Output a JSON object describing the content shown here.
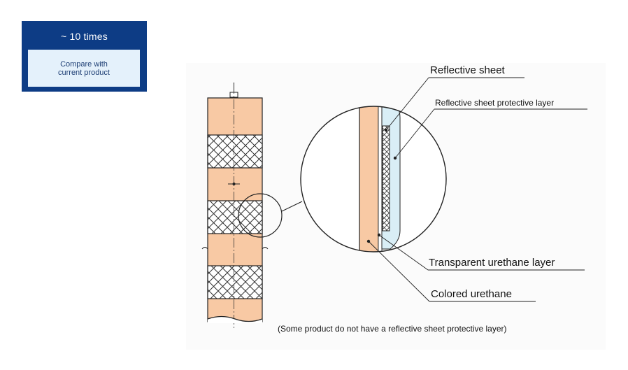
{
  "badge": {
    "title": "~ 10 times",
    "subtitle_line1": "Compare with",
    "subtitle_line2": "current product"
  },
  "labels": {
    "reflective_sheet": "Reflective sheet",
    "protective_layer": "Reflective sheet protective layer",
    "transparent_urethane": "Transparent urethane layer",
    "colored_urethane": "Colored urethane",
    "note": "(Some product do not have a reflective sheet protective layer)"
  },
  "colors": {
    "badge_bg": "#0d3c85",
    "badge_box": "#e4f1fb",
    "urethane": "#f8c9a4",
    "protective": "#d9eef6",
    "outline": "#222222"
  }
}
